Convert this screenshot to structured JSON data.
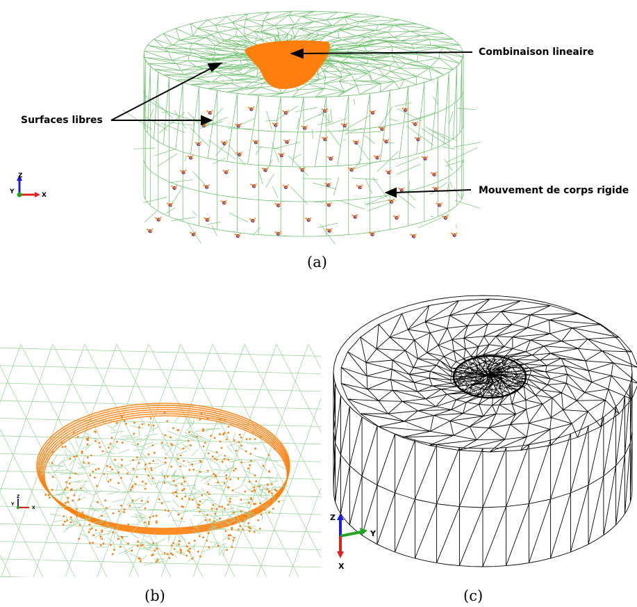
{
  "panel_a": {
    "caption": "(a)",
    "labels": {
      "linear_combination": "Combinaison lineaire",
      "free_surfaces": "Surfaces libres",
      "rigid_body_motion": "Mouvement de corps rigide"
    },
    "axes": {
      "z": "Z",
      "y": "Y",
      "x": "X"
    },
    "colors": {
      "mesh": "#6fc36f",
      "highlight": "#ff7f0e",
      "constraint": "#2a2ad8"
    }
  },
  "panel_b": {
    "caption": "(b)",
    "axes": {
      "z": "Z",
      "y": "Y",
      "x": "X"
    },
    "colors": {
      "mesh": "#9ed69e",
      "nodes": "#ff7f0e"
    }
  },
  "panel_c": {
    "caption": "(c)",
    "axes": {
      "z": "Z",
      "y": "Y",
      "x": "X"
    },
    "colors": {
      "mesh": "#000000"
    }
  }
}
